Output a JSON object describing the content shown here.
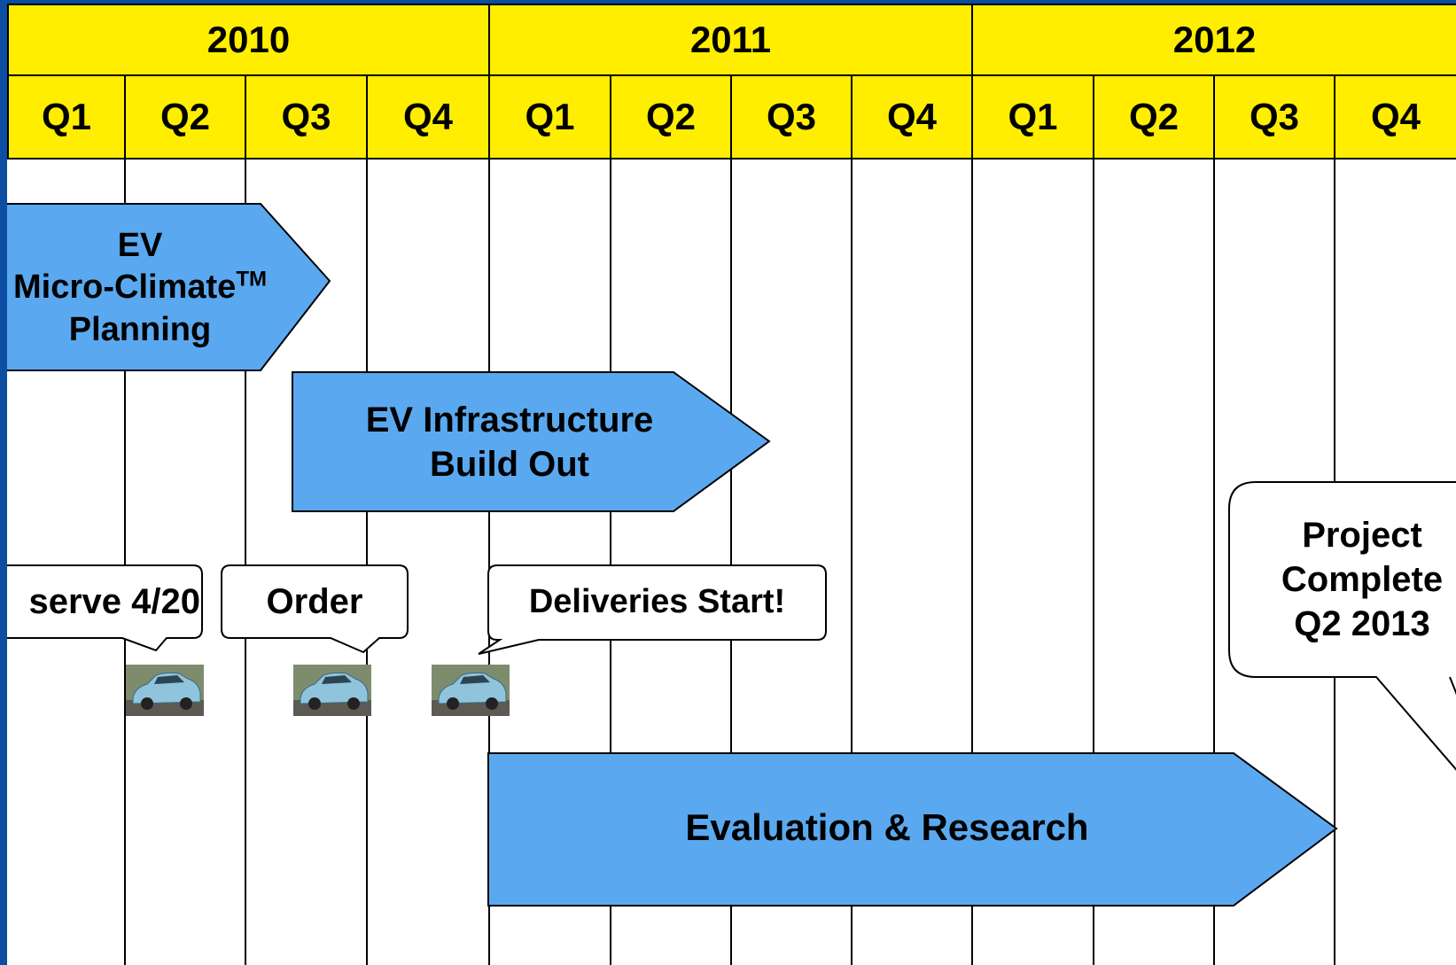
{
  "colors": {
    "frame": "#0b4ea2",
    "header_fill": "#ffee00",
    "arrow_fill": "#5aa9f0",
    "grid": "#000000",
    "callout_fill": "#ffffff"
  },
  "timeline": {
    "years": [
      {
        "label": "2010",
        "quarters": [
          "Q1",
          "Q2",
          "Q3",
          "Q4"
        ]
      },
      {
        "label": "2011",
        "quarters": [
          "Q1",
          "Q2",
          "Q3",
          "Q4"
        ]
      },
      {
        "label": "2012",
        "quarters": [
          "Q1",
          "Q2",
          "Q3",
          "Q4"
        ]
      }
    ]
  },
  "phases": {
    "planning": {
      "line1": "EV",
      "line2": "Micro-Climate",
      "tm": "TM",
      "line3": "Planning"
    },
    "build_out": {
      "line1": "EV Infrastructure",
      "line2": "Build Out"
    },
    "research": {
      "label": "Evaluation & Research"
    }
  },
  "callouts": {
    "reserve": "serve 4/20",
    "order": "Order",
    "deliveries": "Deliveries Start!",
    "complete": {
      "line1": "Project",
      "line2": "Complete",
      "line3": "Q2 2013"
    }
  },
  "icons": {
    "car": "car-photo-icon"
  }
}
